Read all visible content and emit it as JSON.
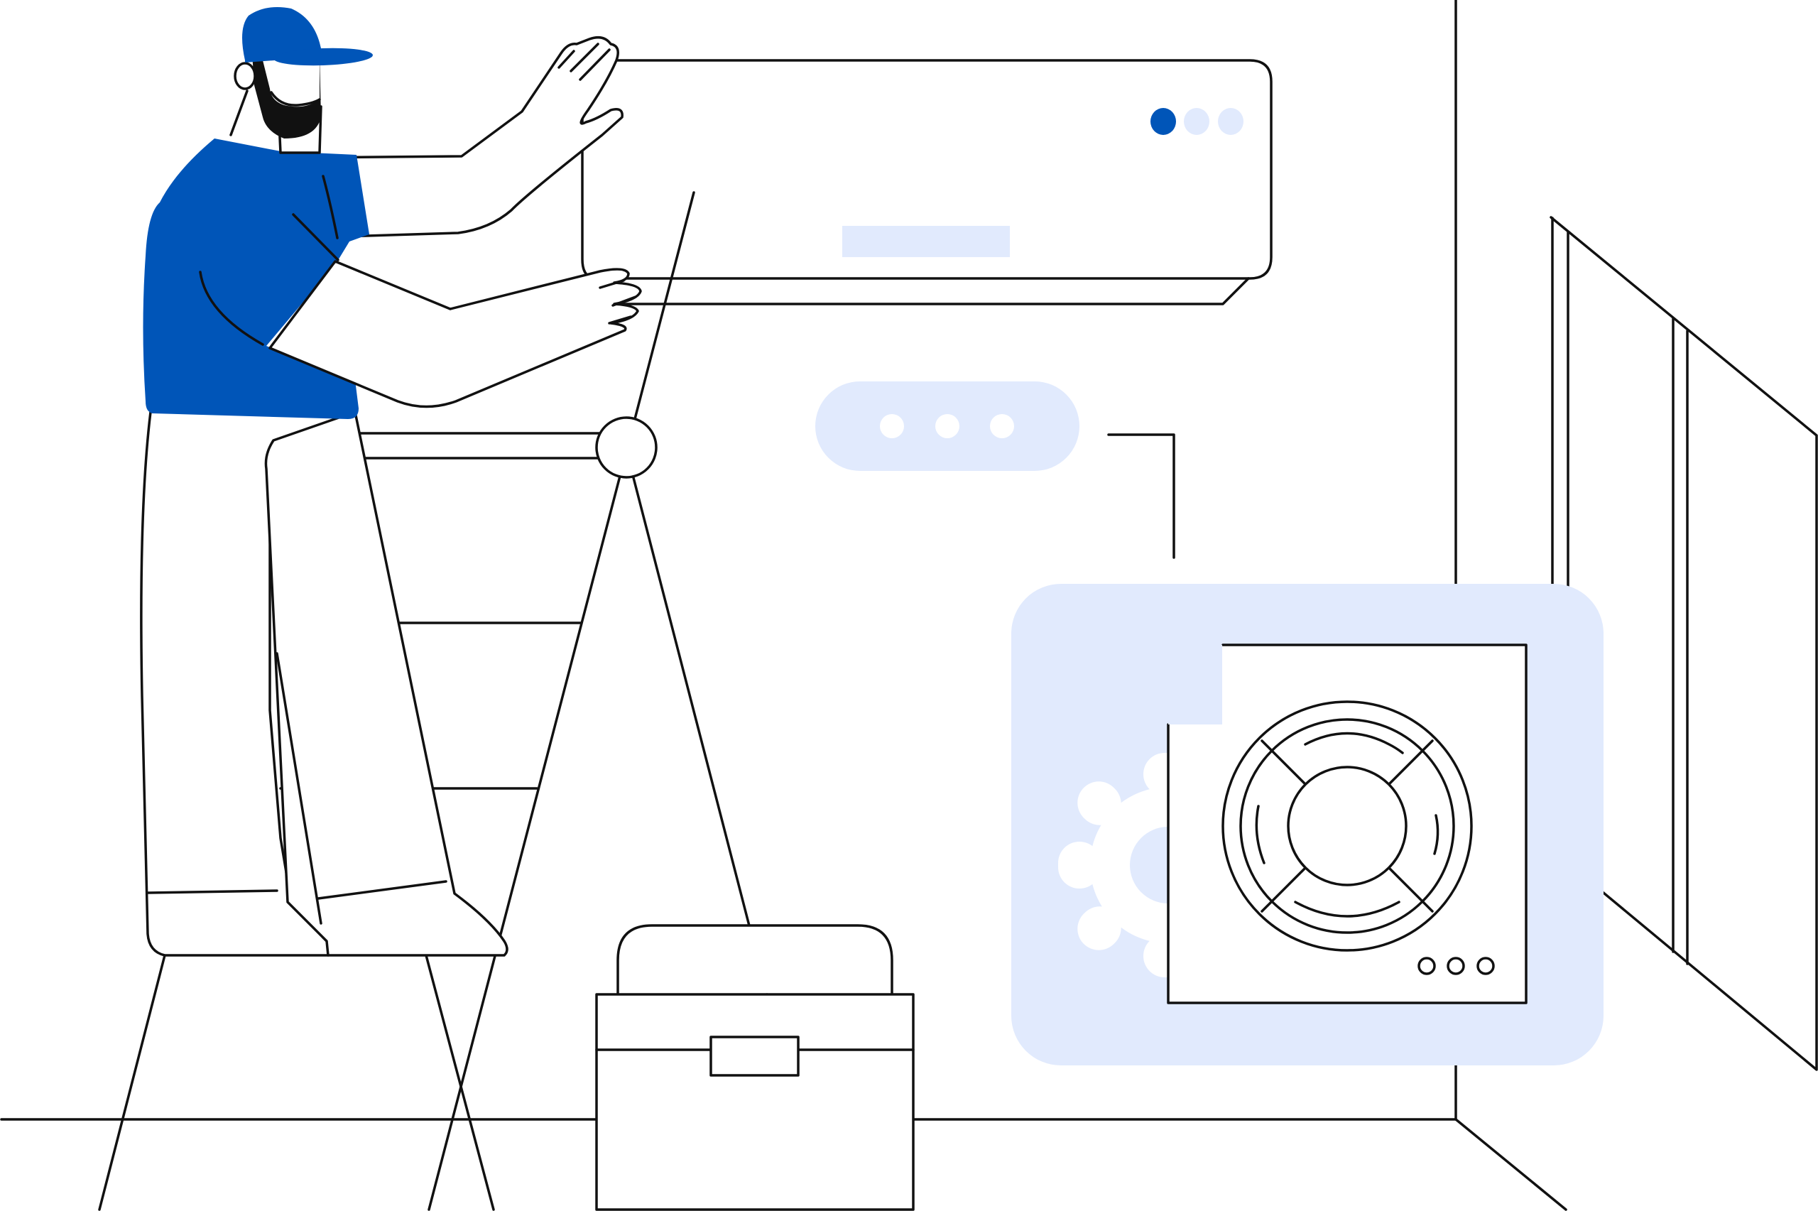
{
  "colors": {
    "brand_blue": "#0055b8",
    "light_blue": "#e1eafd",
    "outline": "#111111",
    "background": "#ffffff"
  },
  "scene": {
    "subject": "technician-installing-air-conditioner",
    "elements": [
      "technician",
      "air-conditioner-indoor-unit",
      "step-ladder",
      "toolbox",
      "remote-control",
      "outdoor-fan-unit",
      "gear-icon",
      "open-door"
    ]
  },
  "ac_unit": {
    "indicator_dots": [
      {
        "state": "on",
        "color": "#0055b8"
      },
      {
        "state": "off",
        "color": "#e1eafd"
      },
      {
        "state": "off",
        "color": "#e1eafd"
      }
    ]
  },
  "remote": {
    "button_count": 3
  },
  "outdoor_unit": {
    "button_count": 3
  }
}
